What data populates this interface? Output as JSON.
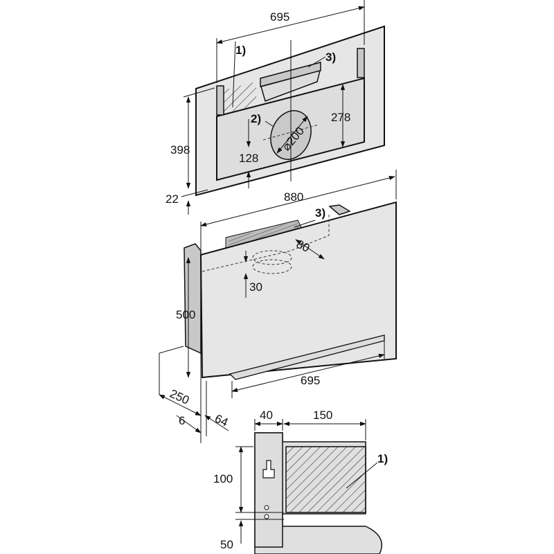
{
  "top_view": {
    "width_label": "695",
    "height_label": "398",
    "offset_label": "22",
    "cutout_height_label": "278",
    "duct_center_height_label": "128",
    "duct_diameter_label": "⌀200",
    "callout_1": "1)",
    "callout_2": "2)",
    "callout_3": "3)"
  },
  "front_view": {
    "overall_width_label": "880",
    "callout_3": "3)",
    "duct_depth_label": "80",
    "duct_offset_label": "30",
    "height_label": "500",
    "tray_width_label": "695",
    "depth_label": "250",
    "glass_label": "6",
    "gap_label": "64"
  },
  "detail_view": {
    "bracket_width_label": "40",
    "cabinet_width_label": "150",
    "bracket_height_label": "100",
    "bottom_offset_label": "50",
    "callout_1": "1)"
  }
}
